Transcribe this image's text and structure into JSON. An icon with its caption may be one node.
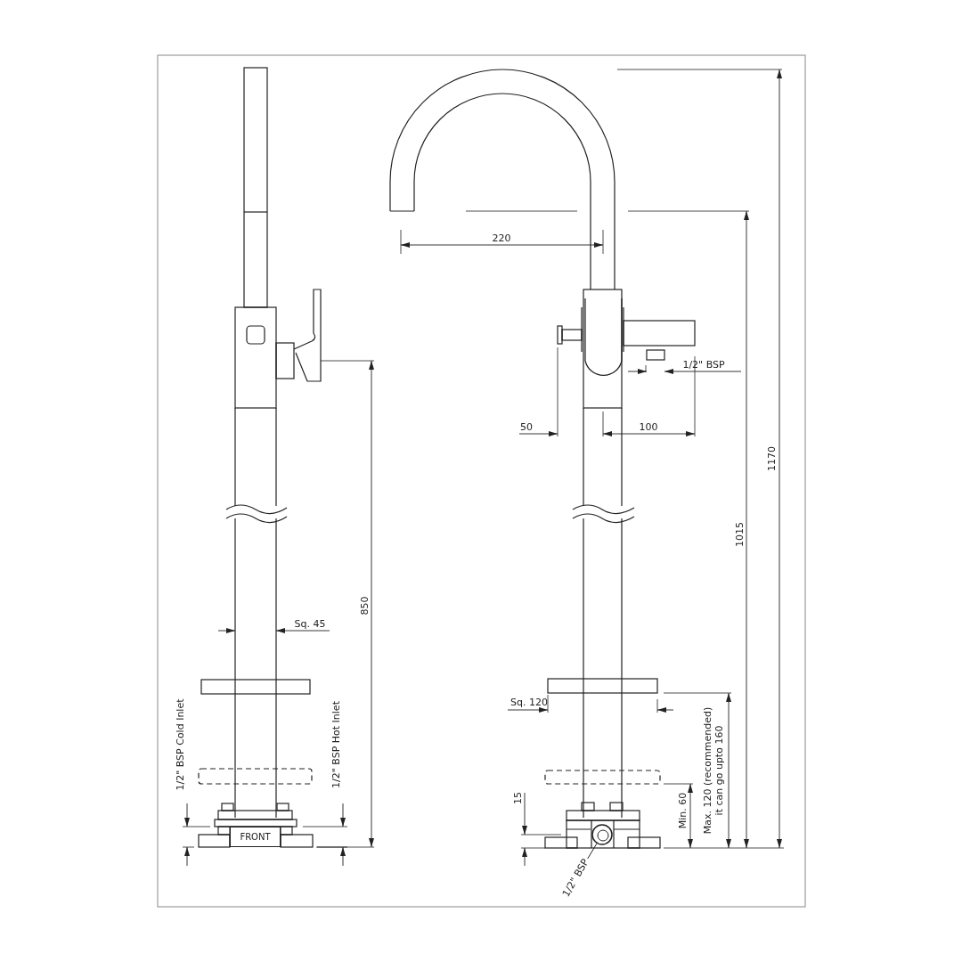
{
  "diagram": {
    "nodes": [
      {
        "text": [
          "FRONT"
        ]
      },
      {
        "text": [
          "1/2\" BSP"
        ]
      },
      {
        "text": [],
        "shape": "circle"
      }
    ],
    "edges": [
      {
        "from": 1,
        "to": 2,
        "arrow": "none"
      }
    ],
    "labels": [
      "220",
      "1/2\" BSP",
      "50",
      "100",
      "1170",
      "1015",
      "850",
      "Sq. 45",
      "Sq. 120",
      "1/2\" BSP Cold Inlet",
      "1/2\" BSP Hot Inlet",
      "15",
      "Min. 60",
      "Max. 120 (recommended) it can go upto 160"
    ]
  }
}
